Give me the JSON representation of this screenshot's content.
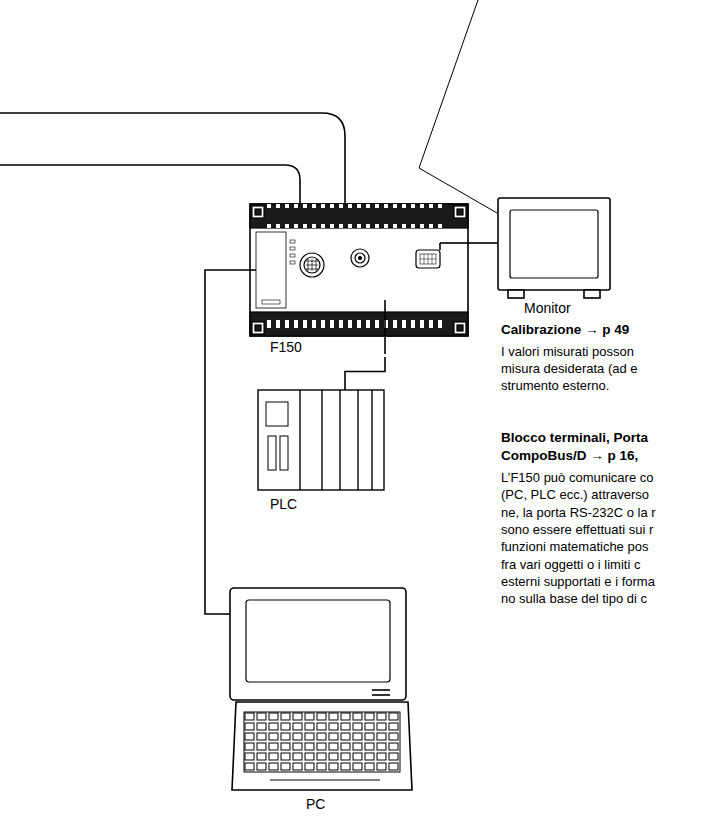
{
  "diagram": {
    "nodes": [
      {
        "text": [
          "F150"
        ]
      },
      {
        "text": [
          "Monitor"
        ]
      },
      {
        "text": [
          "PLC"
        ]
      },
      {
        "text": [
          "PC"
        ]
      }
    ],
    "edges": [
      {
        "from": 0,
        "to": 1,
        "arrow": "none"
      },
      {
        "from": 0,
        "to": 2,
        "arrow": "none"
      },
      {
        "from": 0,
        "to": 3,
        "arrow": "none"
      }
    ],
    "labels": [
      "Calibrazione → p 49",
      "I valori misurati posson",
      "misura desiderata (ad e",
      "strumento esterno.",
      "Blocco terminali, Porta",
      "CompoBus/D → p 16,",
      "L’F150 può comunicare co",
      "(PC, PLC ecc.) attraverso",
      "ne, la porta RS-232C o la r",
      "sono essere effettuati sui r",
      "funzioni matematiche pos",
      "fra vari oggetti o i limiti c",
      "esterni supportati e i forma",
      "no sulla base del tipo di c"
    ]
  }
}
